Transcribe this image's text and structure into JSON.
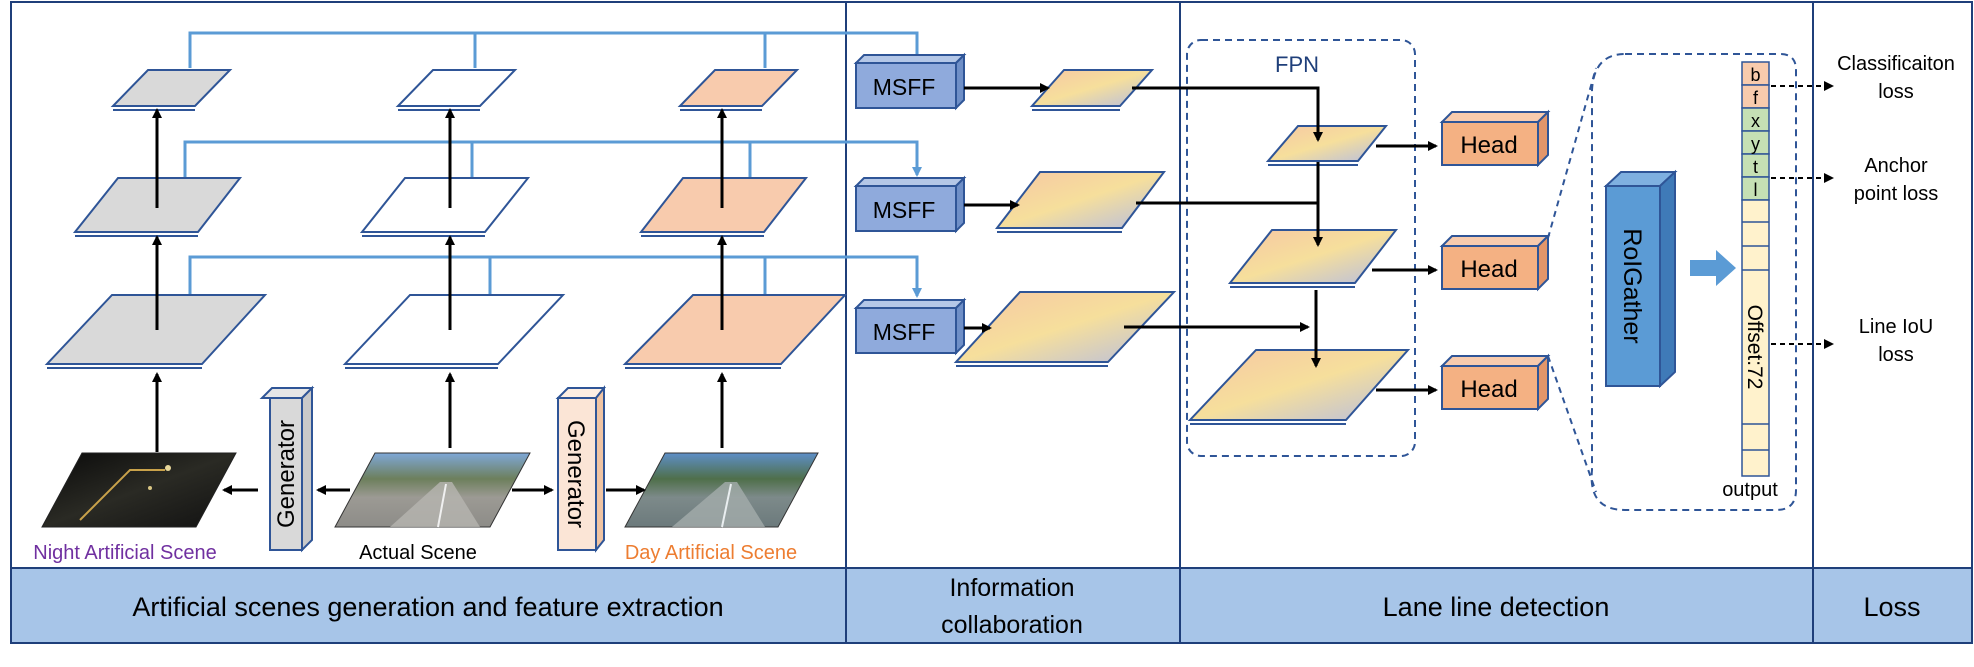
{
  "sections": {
    "generation": "Artificial scenes generation and feature extraction",
    "collab_line1": "Information",
    "collab_line2": "collaboration",
    "detection": "Lane line detection",
    "loss": "Loss"
  },
  "scenes": {
    "night": "Night Artificial Scene",
    "actual": "Actual Scene",
    "day": "Day Artificial Scene",
    "generator": "Generator"
  },
  "modules": {
    "msff": "MSFF",
    "fpn": "FPN",
    "head": "Head",
    "roigather": "RoIGather",
    "output": "output",
    "offset": "Offset:72"
  },
  "output_cells": [
    "b",
    "f",
    "x",
    "y",
    "t",
    "l"
  ],
  "losses": {
    "cls_line1": "Classificaiton",
    "cls_line2": "loss",
    "anchor_line1": "Anchor",
    "anchor_line2": "point loss",
    "iou_line1": "Line IoU",
    "iou_line2": "loss"
  },
  "colors": {
    "frame": "#1f3f7a",
    "band": "#a7c5e8",
    "arrow_blue": "#5b9bd5",
    "msff_fill": "#8faadc",
    "head_fill": "#f4b183",
    "roi_fill": "#5b9bd5",
    "night_text": "#7030a0",
    "day_text": "#ed7d31",
    "gray_plane": "#d9d9d9",
    "peach_plane": "#f8cbad",
    "cell_peach": "#f8cbad",
    "cell_green": "#c5e0b4",
    "cell_yellow": "#fff2cc"
  }
}
